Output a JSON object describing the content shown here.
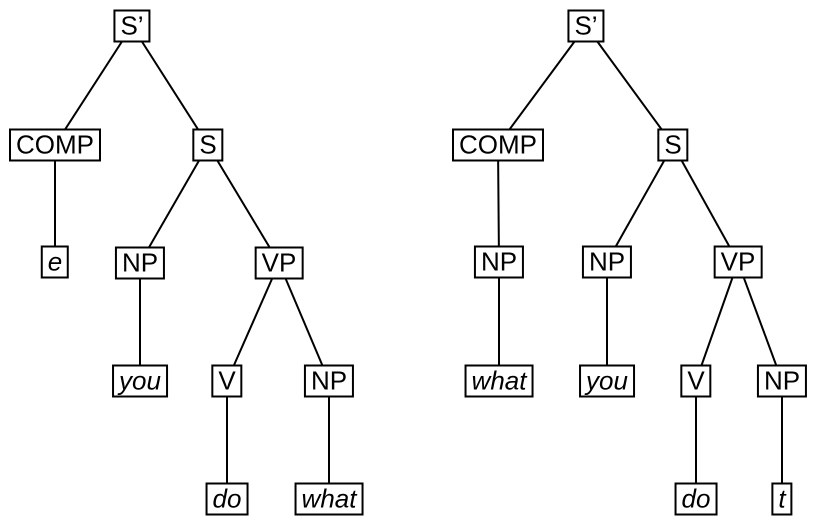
{
  "diagram": {
    "type": "syntax-trees",
    "colors": {
      "background": "#ffffff",
      "line": "#000000",
      "box_border": "#000000",
      "box_fill": "#ffffff",
      "text": "#000000"
    }
  },
  "trees": [
    {
      "name": "left-tree",
      "nodes": [
        {
          "label": "S’",
          "italic": false
        },
        {
          "label": "COMP",
          "italic": false
        },
        {
          "label": "S",
          "italic": false
        },
        {
          "label": "e",
          "italic": true
        },
        {
          "label": "NP",
          "italic": false
        },
        {
          "label": "VP",
          "italic": false
        },
        {
          "label": "you",
          "italic": true
        },
        {
          "label": "V",
          "italic": false
        },
        {
          "label": "NP",
          "italic": false
        },
        {
          "label": "do",
          "italic": true
        },
        {
          "label": "what",
          "italic": true
        }
      ],
      "edges": [
        [
          0,
          1
        ],
        [
          0,
          2
        ],
        [
          1,
          3
        ],
        [
          2,
          4
        ],
        [
          2,
          5
        ],
        [
          4,
          6
        ],
        [
          5,
          7
        ],
        [
          5,
          8
        ],
        [
          7,
          9
        ],
        [
          8,
          10
        ]
      ]
    },
    {
      "name": "right-tree",
      "nodes": [
        {
          "label": "S’",
          "italic": false
        },
        {
          "label": "COMP",
          "italic": false
        },
        {
          "label": "S",
          "italic": false
        },
        {
          "label": "NP",
          "italic": false
        },
        {
          "label": "NP",
          "italic": false
        },
        {
          "label": "VP",
          "italic": false
        },
        {
          "label": "what",
          "italic": true
        },
        {
          "label": "you",
          "italic": true
        },
        {
          "label": "V",
          "italic": false
        },
        {
          "label": "NP",
          "italic": false
        },
        {
          "label": "do",
          "italic": true
        },
        {
          "label": "t",
          "italic": true
        }
      ],
      "edges": [
        [
          0,
          1
        ],
        [
          0,
          2
        ],
        [
          1,
          3
        ],
        [
          2,
          4
        ],
        [
          2,
          5
        ],
        [
          3,
          6
        ],
        [
          4,
          7
        ],
        [
          5,
          8
        ],
        [
          5,
          9
        ],
        [
          8,
          10
        ],
        [
          9,
          11
        ]
      ]
    }
  ]
}
